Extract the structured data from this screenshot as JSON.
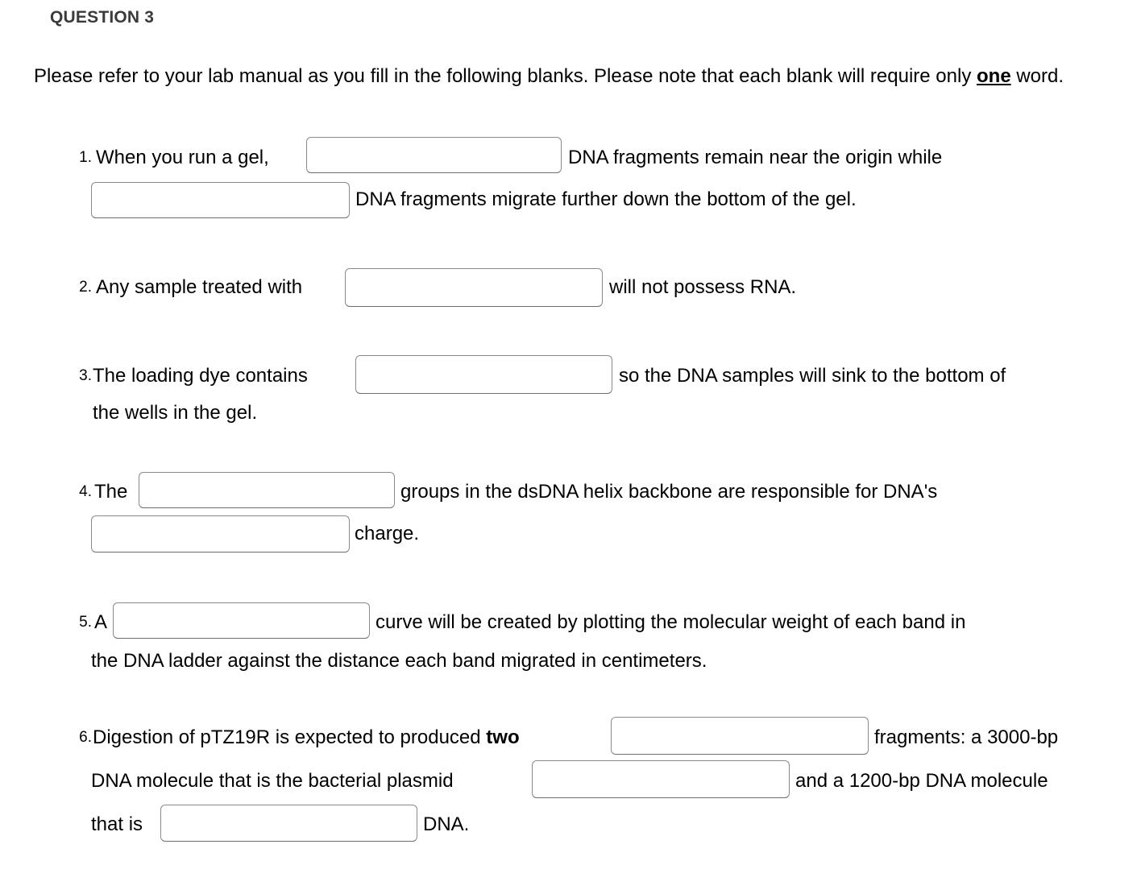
{
  "header": {
    "title": "QUESTION 3"
  },
  "intro": {
    "part1": "Please refer to your lab manual as you fill in the following blanks. Please note that each blank will require only ",
    "emphasis": "one",
    "part2": " word."
  },
  "questions": [
    {
      "number": "1.",
      "segments": [
        "When you run a gel,",
        "DNA fragments remain near the origin while",
        "DNA fragments migrate further down the bottom of the gel."
      ]
    },
    {
      "number": "2.",
      "segments": [
        "Any sample treated with",
        "will not possess RNA."
      ]
    },
    {
      "number": "3.",
      "segments": [
        "The loading dye contains",
        "so the DNA samples will sink to the bottom of",
        "the wells in the gel."
      ]
    },
    {
      "number": "4.",
      "segments": [
        "The",
        "groups in the dsDNA helix backbone are responsible for DNA's",
        "charge."
      ]
    },
    {
      "number": "5.",
      "segments": [
        "A",
        "curve will be created by plotting the molecular weight of each band in",
        "the DNA ladder against the distance each band migrated in centimeters."
      ]
    },
    {
      "number": "6.",
      "segments": [
        "Digestion of pTZ19R is expected to produced ",
        "two",
        "fragments: a 3000-bp",
        "DNA molecule that is the bacterial plasmid",
        "and a 1200-bp DNA molecule",
        "that is",
        "DNA."
      ]
    }
  ],
  "blanks": [
    {
      "id": "q1-blank-1",
      "value": "",
      "placeholder": ""
    },
    {
      "id": "q1-blank-2",
      "value": "",
      "placeholder": ""
    },
    {
      "id": "q2-blank-1",
      "value": "",
      "placeholder": ""
    },
    {
      "id": "q3-blank-1",
      "value": "",
      "placeholder": ""
    },
    {
      "id": "q4-blank-1",
      "value": "",
      "placeholder": ""
    },
    {
      "id": "q4-blank-2",
      "value": "",
      "placeholder": ""
    },
    {
      "id": "q5-blank-1",
      "value": "",
      "placeholder": ""
    },
    {
      "id": "q6-blank-1",
      "value": "",
      "placeholder": ""
    },
    {
      "id": "q6-blank-2",
      "value": "",
      "placeholder": ""
    },
    {
      "id": "q6-blank-3",
      "value": "",
      "placeholder": ""
    }
  ],
  "colors": {
    "page_background": "#ffffff",
    "text": "#000000",
    "header_text": "#3b3b3b",
    "input_border": "#8a8a8a",
    "input_background": "#ffffff"
  }
}
